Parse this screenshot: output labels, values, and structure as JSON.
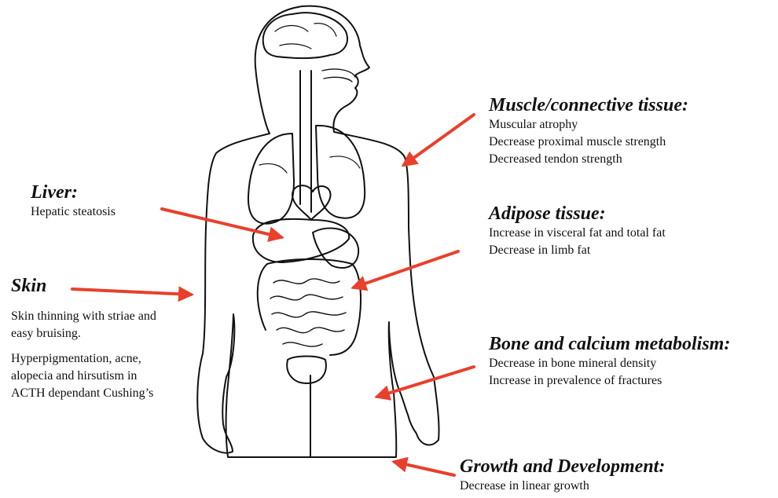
{
  "colors": {
    "arrow": "#e8402c",
    "outline": "#111111",
    "background": "#ffffff"
  },
  "callouts": {
    "muscle": {
      "heading": "Muscle/connective tissue:",
      "lines": [
        "Muscular atrophy",
        "Decrease proximal muscle strength",
        "Decreased tendon strength"
      ]
    },
    "liver": {
      "heading": "Liver:",
      "lines": [
        "Hepatic steatosis"
      ]
    },
    "adipose": {
      "heading": "Adipose tissue:",
      "lines": [
        "Increase in visceral fat and total fat",
        "Decrease in limb fat"
      ]
    },
    "skin": {
      "heading": "Skin",
      "paragraphs": [
        "Skin thinning with striae and easy bruising.",
        "Hyperpigmentation, acne, alopecia and hirsutism in ACTH dependant Cushing’s"
      ]
    },
    "bone": {
      "heading": "Bone and calcium metabolism:",
      "lines": [
        "Decrease in bone mineral density",
        "Increase in prevalence of fractures"
      ]
    },
    "growth": {
      "heading": "Growth and Development:",
      "lines": [
        "Decrease in linear growth"
      ]
    }
  }
}
